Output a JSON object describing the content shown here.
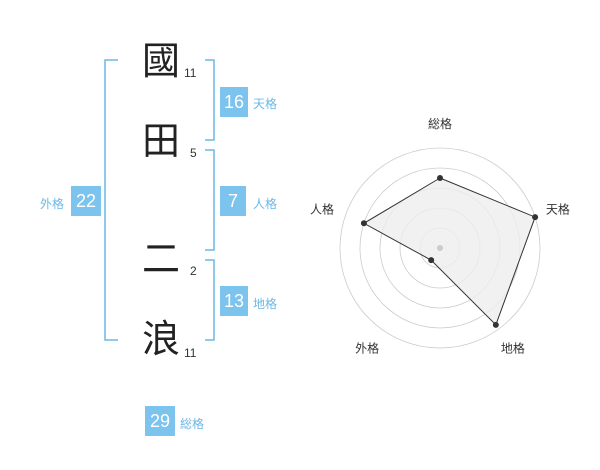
{
  "name": {
    "chars": [
      {
        "char": "國",
        "strokes": "11"
      },
      {
        "char": "田",
        "strokes": "5"
      },
      {
        "char": "二",
        "strokes": "2"
      },
      {
        "char": "浪",
        "strokes": "11"
      }
    ]
  },
  "fortunes": {
    "tenkaku": {
      "value": "16",
      "label": "天格"
    },
    "jinkaku": {
      "value": "7",
      "label": "人格"
    },
    "chikaku": {
      "value": "13",
      "label": "地格"
    },
    "gaikaku": {
      "value": "22",
      "label": "外格"
    },
    "soukaku": {
      "value": "29",
      "label": "総格"
    }
  },
  "colors": {
    "accent": "#7cc3ee",
    "bracket": "#6ab8e6",
    "radar_fill": "#eeeeee",
    "ring": "#cccccc"
  },
  "chart_data": {
    "type": "radar",
    "axes": [
      "総格",
      "天格",
      "地格",
      "外格",
      "人格"
    ],
    "rings": 5,
    "values": [
      0.7,
      1.0,
      0.95,
      0.15,
      0.8
    ],
    "range": [
      0,
      1
    ]
  }
}
